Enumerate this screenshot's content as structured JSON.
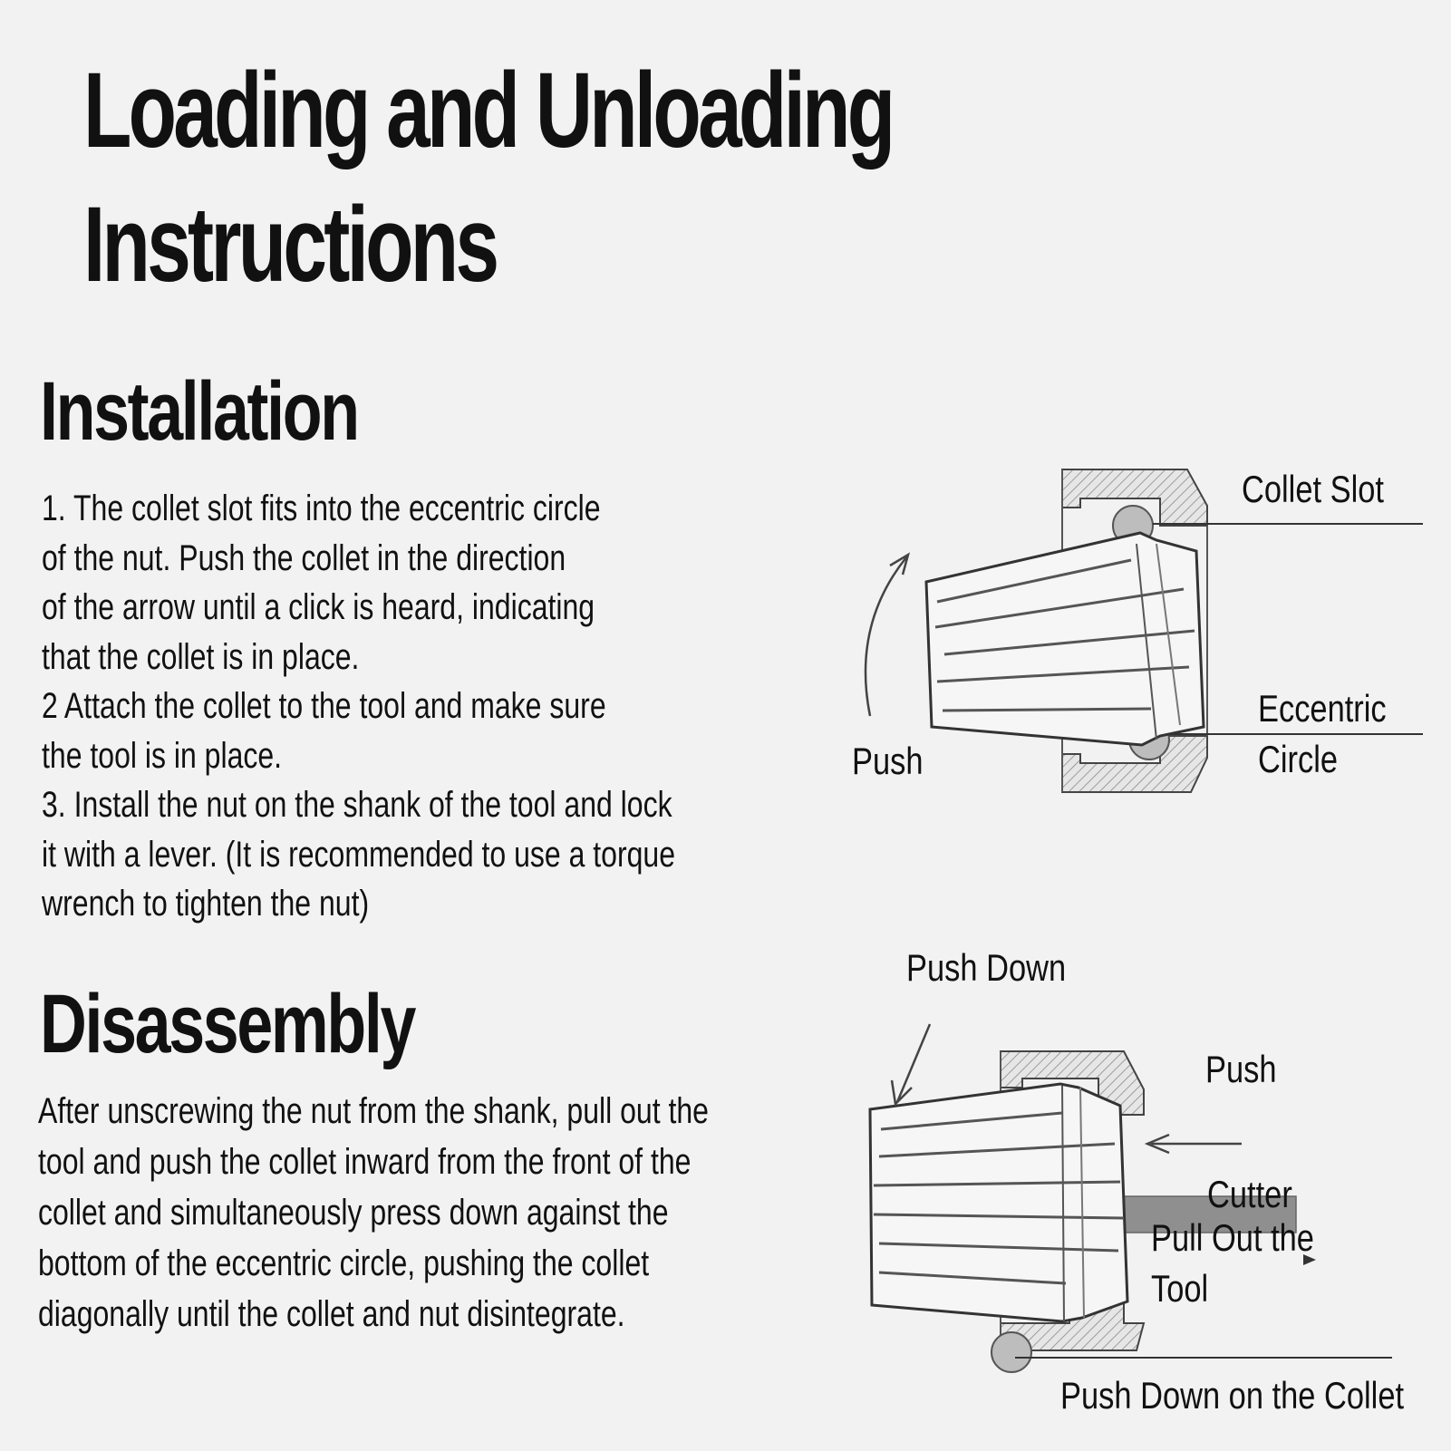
{
  "title": {
    "line1": "Loading and Unloading",
    "line2": "Instructions"
  },
  "installation": {
    "heading": "Installation",
    "lines": [
      "1. The collet slot fits into the eccentric circle",
      "of the nut. Push the collet in the direction",
      "of the arrow until a click is heard, indicating",
      "that the collet is in place.",
      "2  Attach the collet to the tool and make sure",
      "the tool is in place.",
      "3. Install the nut on the shank of the tool and lock",
      "it with a lever. (It is recommended to use a torque",
      "wrench to tighten the nut)"
    ],
    "diagram": {
      "label_collet_slot": "Collet Slot",
      "label_eccentric_1": "Eccentric",
      "label_eccentric_2": "Circle",
      "label_push": "Push"
    }
  },
  "disassembly": {
    "heading": "Disassembly",
    "lines": [
      "After unscrewing the nut from the shank, pull out the",
      "tool and push the collet inward from the front of the",
      "collet and simultaneously press down against the",
      "bottom of the eccentric circle, pushing the collet",
      "diagonally until the collet and nut disintegrate."
    ],
    "diagram": {
      "label_push_down": "Push Down",
      "label_push": "Push",
      "label_cutter": "Cutter",
      "label_pull_out_1": "Pull Out the",
      "label_pull_out_2": "Tool",
      "label_push_down_collet": "Push Down on the Collet"
    }
  }
}
